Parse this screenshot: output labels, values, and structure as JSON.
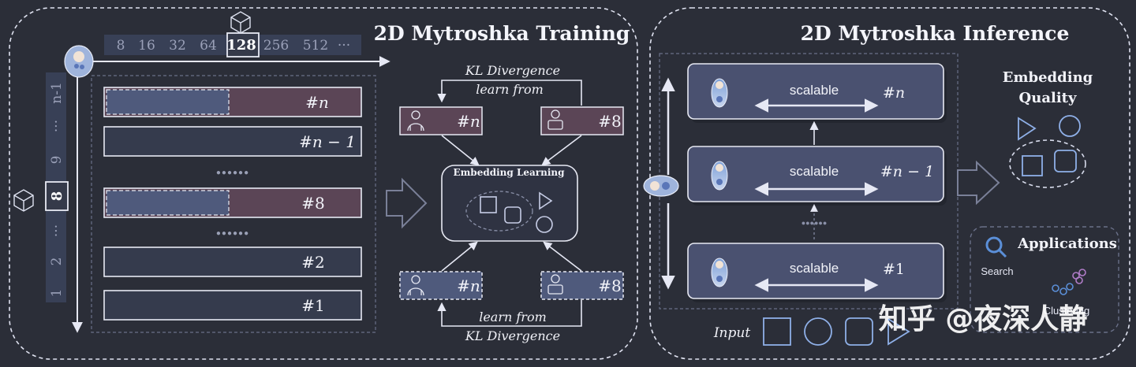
{
  "training": {
    "title": "2D Mytroshka Training",
    "dims": [
      "8",
      "16",
      "32",
      "64",
      "128",
      "256",
      "512",
      "···"
    ],
    "layer_ticks": [
      "1",
      "2",
      "···",
      "8",
      "9",
      "···",
      "n-1"
    ],
    "rows": [
      "#n",
      "#n − 1",
      "#8",
      "#2",
      "#1"
    ],
    "ellipsis": "●●●●●●",
    "kl_label": "KL Divergence",
    "learn_from_label": "learn from",
    "tag_n": "#n",
    "tag_8": "#8",
    "box_title": "Embedding Learning"
  },
  "inference": {
    "title": "2D Mytroshka Inference",
    "rows": [
      {
        "label": "scalable",
        "tag": "#n"
      },
      {
        "label": "scalable",
        "tag": "#n − 1"
      },
      {
        "label": "scalable",
        "tag": "#1"
      }
    ],
    "input_label": "Input",
    "quality_line1": "Embedding",
    "quality_line2": "Quality",
    "applications_title": "Applications",
    "search_label": "Search",
    "clustering_label": "Clustering"
  },
  "watermark": "知乎 @夜深人静",
  "colors": {
    "background": "#2b2e38",
    "line": "#d8dcf0",
    "panel": "#3c4258",
    "pink_fill": "#5b4556",
    "blue_fill": "#4f5a7c"
  }
}
